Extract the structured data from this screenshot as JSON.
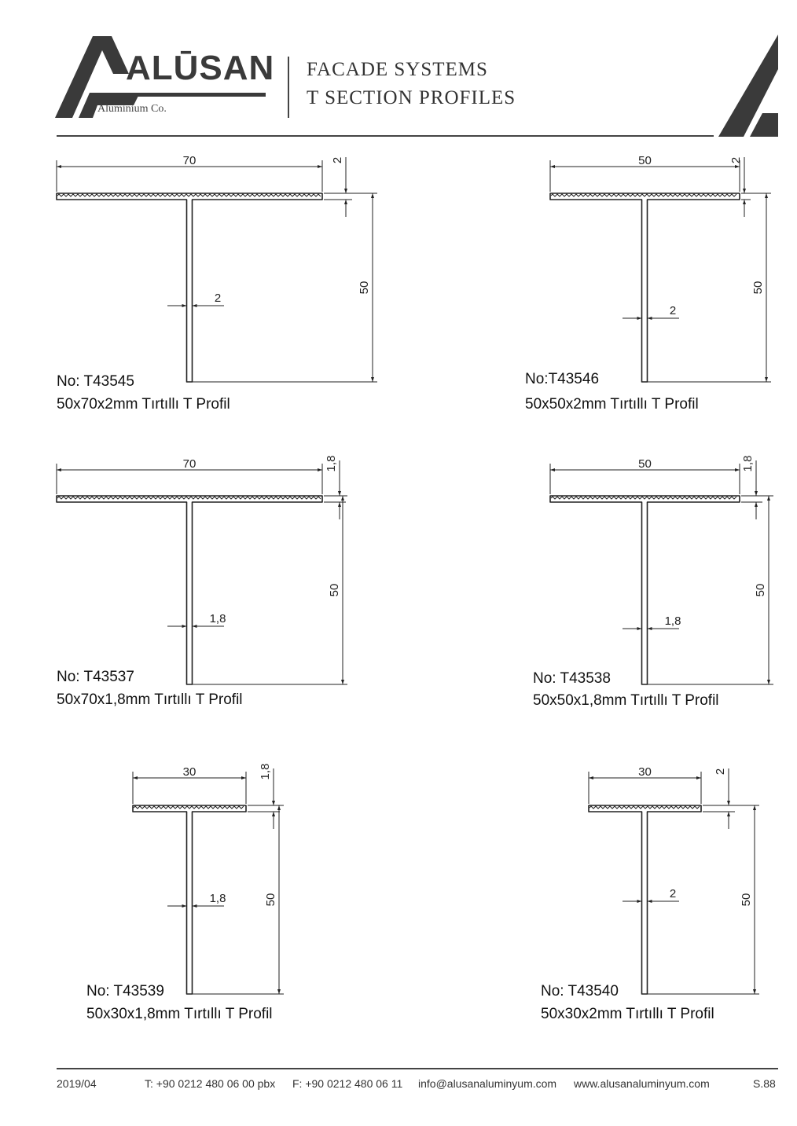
{
  "header": {
    "brand": "ALŪSAN",
    "sub_brand": "Aluminium Co.",
    "title_line1": "FACADE SYSTEMS",
    "title_line2": "T SECTION PROFILES"
  },
  "profiles": [
    {
      "no": "No: T43545",
      "desc": "50x70x2mm Tırtıllı T Profil",
      "width": "70",
      "height": "50",
      "flange": "2",
      "web": "2"
    },
    {
      "no": "No:T43546",
      "desc": "50x50x2mm Tırtıllı T Profil",
      "width": "50",
      "height": "50",
      "flange": "2",
      "web": "2"
    },
    {
      "no": "No: T43537",
      "desc": "50x70x1,8mm Tırtıllı T Profil",
      "width": "70",
      "height": "50",
      "flange": "1,8",
      "web": "1,8"
    },
    {
      "no": "No: T43538",
      "desc": "50x50x1,8mm Tırtıllı T Profil",
      "width": "50",
      "height": "50",
      "flange": "1,8",
      "web": "1,8"
    },
    {
      "no": "No: T43539",
      "desc": "50x30x1,8mm Tırtıllı T Profil",
      "width": "30",
      "height": "50",
      "flange": "1,8",
      "web": "1,8"
    },
    {
      "no": "No: T43540",
      "desc": "50x30x2mm Tırtıllı  T Profil",
      "width": "30",
      "height": "50",
      "flange": "2",
      "web": "2"
    }
  ],
  "footer": {
    "date": "2019/04",
    "tel": "T: +90 0212 480 06 00 pbx",
    "fax": "F: +90 0212 480 06 11",
    "email": "info@alusanaluminyum.com",
    "web": "www.alusanaluminyum.com",
    "page": "S.88"
  }
}
